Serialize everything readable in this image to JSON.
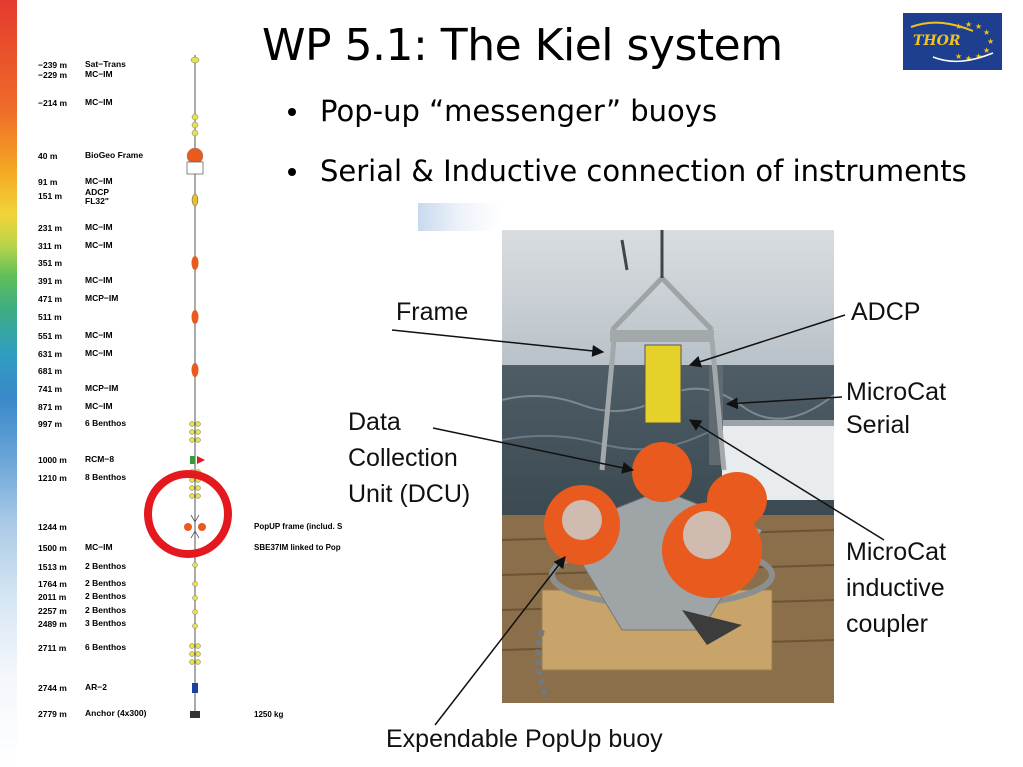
{
  "slide": {
    "title": "WP 5.1: The Kiel system",
    "logo_text": "THOR",
    "bullets": [
      "Pop-up “messenger” buoys",
      "Serial & Inductive connection of instruments"
    ]
  },
  "mooring": {
    "rows": [
      {
        "depth": "−239 m",
        "instrument": "Sat−Trans"
      },
      {
        "depth": "−229 m",
        "instrument": "MC−IM"
      },
      {
        "depth": "−214 m",
        "instrument": "MC−IM"
      },
      {
        "depth": "40 m",
        "instrument": "BioGeo Frame"
      },
      {
        "depth": "91 m",
        "instrument": "MC−IM"
      },
      {
        "depth": "151 m",
        "instrument": "ADCP\nFL32\""
      },
      {
        "depth": "231 m",
        "instrument": "MC−IM"
      },
      {
        "depth": "311 m",
        "instrument": "MC−IM"
      },
      {
        "depth": "351 m",
        "instrument": ""
      },
      {
        "depth": "391 m",
        "instrument": "MC−IM"
      },
      {
        "depth": "471 m",
        "instrument": "MCP−IM"
      },
      {
        "depth": "511 m",
        "instrument": ""
      },
      {
        "depth": "551 m",
        "instrument": "MC−IM"
      },
      {
        "depth": "631 m",
        "instrument": "MC−IM"
      },
      {
        "depth": "681 m",
        "instrument": ""
      },
      {
        "depth": "741 m",
        "instrument": "MCP−IM"
      },
      {
        "depth": "871 m",
        "instrument": "MC−IM"
      },
      {
        "depth": "997 m",
        "instrument": "6 Benthos"
      },
      {
        "depth": "1000 m",
        "instrument": "RCM−8"
      },
      {
        "depth": "1210 m",
        "instrument": "8 Benthos"
      },
      {
        "depth": "1244 m",
        "instrument": ""
      },
      {
        "depth": "1500 m",
        "instrument": "MC−IM"
      },
      {
        "depth": "1513 m",
        "instrument": "2 Benthos"
      },
      {
        "depth": "1764 m",
        "instrument": "2 Benthos"
      },
      {
        "depth": "2011 m",
        "instrument": "2 Benthos"
      },
      {
        "depth": "2257 m",
        "instrument": "2 Benthos"
      },
      {
        "depth": "2489 m",
        "instrument": "3 Benthos"
      },
      {
        "depth": "2711 m",
        "instrument": "6 Benthos"
      },
      {
        "depth": "2744 m",
        "instrument": "AR−2"
      },
      {
        "depth": "2779 m",
        "instrument": "Anchor (4x300)"
      }
    ],
    "notes": {
      "popup": "PopUP frame (includ. S",
      "sbe": "SBE37IM linked to Pop",
      "anchor_weight": "1250 kg"
    }
  },
  "photo_labels": {
    "frame": "Frame",
    "adcp": "ADCP",
    "microcat_serial": "MicroCat\nSerial",
    "dcu": "Data\nCollection\nUnit (DCU)",
    "microcat_inductive": "MicroCat\ninductive\ncoupler",
    "popup_buoy": "Expendable PopUp buoy"
  },
  "colors": {
    "highlight_circle": "#e3191f",
    "buoy_orange": "#e85a1e",
    "float_yellow": "#e6e24a",
    "logo_blue": "#1e3f8f",
    "logo_gold": "#f2c21a"
  }
}
